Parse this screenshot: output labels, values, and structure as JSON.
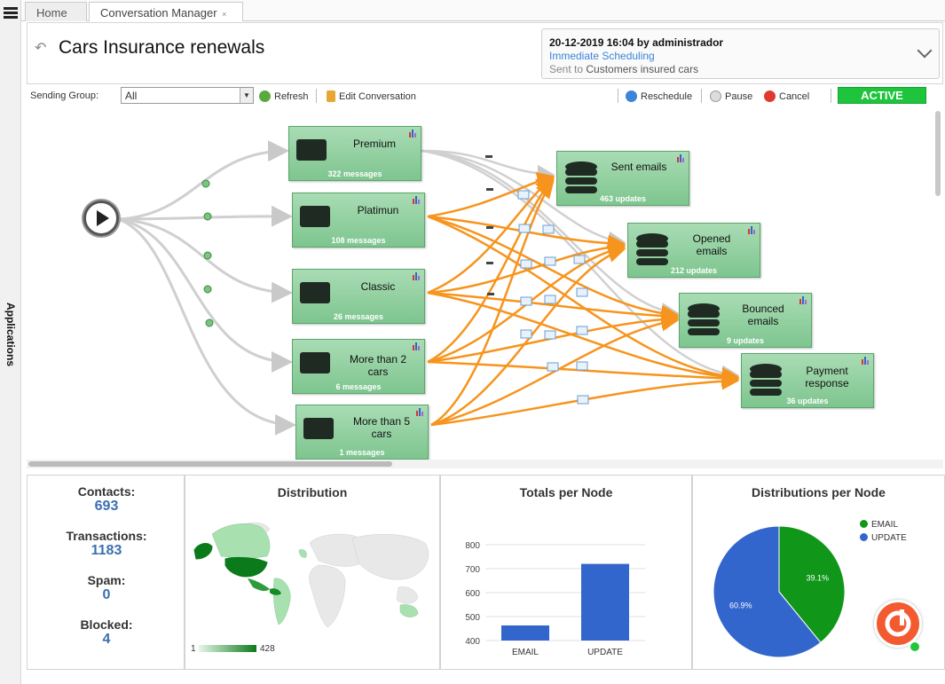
{
  "sidebar": {
    "label": "Applications"
  },
  "tabs": [
    {
      "label": "Home"
    },
    {
      "label": "Conversation Manager",
      "close": "×"
    }
  ],
  "header": {
    "title": "Cars Insurance renewals",
    "schedule": {
      "datetime_user": "20-12-2019 16:04 by administrador",
      "mode": "Immediate Scheduling",
      "sent_to_prefix": "Sent to",
      "sent_to_target": "Customers insured cars"
    }
  },
  "toolbar": {
    "sending_group_label": "Sending Group:",
    "sending_group_value": "All",
    "refresh": "Refresh",
    "edit": "Edit Conversation",
    "reschedule": "Reschedule",
    "pause": "Pause",
    "cancel": "Cancel",
    "status": "ACTIVE"
  },
  "flow": {
    "email_nodes": [
      {
        "label": "Premium",
        "count": "322 messages"
      },
      {
        "label": "Platimun",
        "count": "108 messages"
      },
      {
        "label": "Classic",
        "count": "26 messages"
      },
      {
        "label": "More than 2 cars",
        "count": "6 messages"
      },
      {
        "label": "More than 5 cars",
        "count": "1 messages"
      }
    ],
    "update_nodes": [
      {
        "label": "Sent emails",
        "count": "463 updates"
      },
      {
        "label": "Opened emails",
        "count": "212 updates"
      },
      {
        "label": "Bounced emails",
        "count": "9 updates"
      },
      {
        "label": "Payment response",
        "count": "36 updates"
      }
    ]
  },
  "stats": {
    "contacts_label": "Contacts:",
    "contacts": "693",
    "transactions_label": "Transactions:",
    "transactions": "1183",
    "spam_label": "Spam:",
    "spam": "0",
    "blocked_label": "Blocked:",
    "blocked": "4"
  },
  "distribution": {
    "title": "Distribution",
    "min": "1",
    "max": "428"
  },
  "chart_data": [
    {
      "type": "bar",
      "title": "Totals per Node",
      "categories": [
        "EMAIL",
        "UPDATE"
      ],
      "values": [
        463,
        720
      ],
      "ylim": [
        400,
        800
      ],
      "yticks": [
        400,
        500,
        600,
        700,
        800
      ],
      "color": "#3366cc"
    },
    {
      "type": "pie",
      "title": "Distributions per Node",
      "labels": [
        "EMAIL",
        "UPDATE"
      ],
      "values": [
        39.1,
        60.9
      ],
      "value_labels": [
        "39.1%",
        "60.9%"
      ],
      "colors": [
        "#109618",
        "#3366cc"
      ],
      "legend": "top-right"
    }
  ]
}
